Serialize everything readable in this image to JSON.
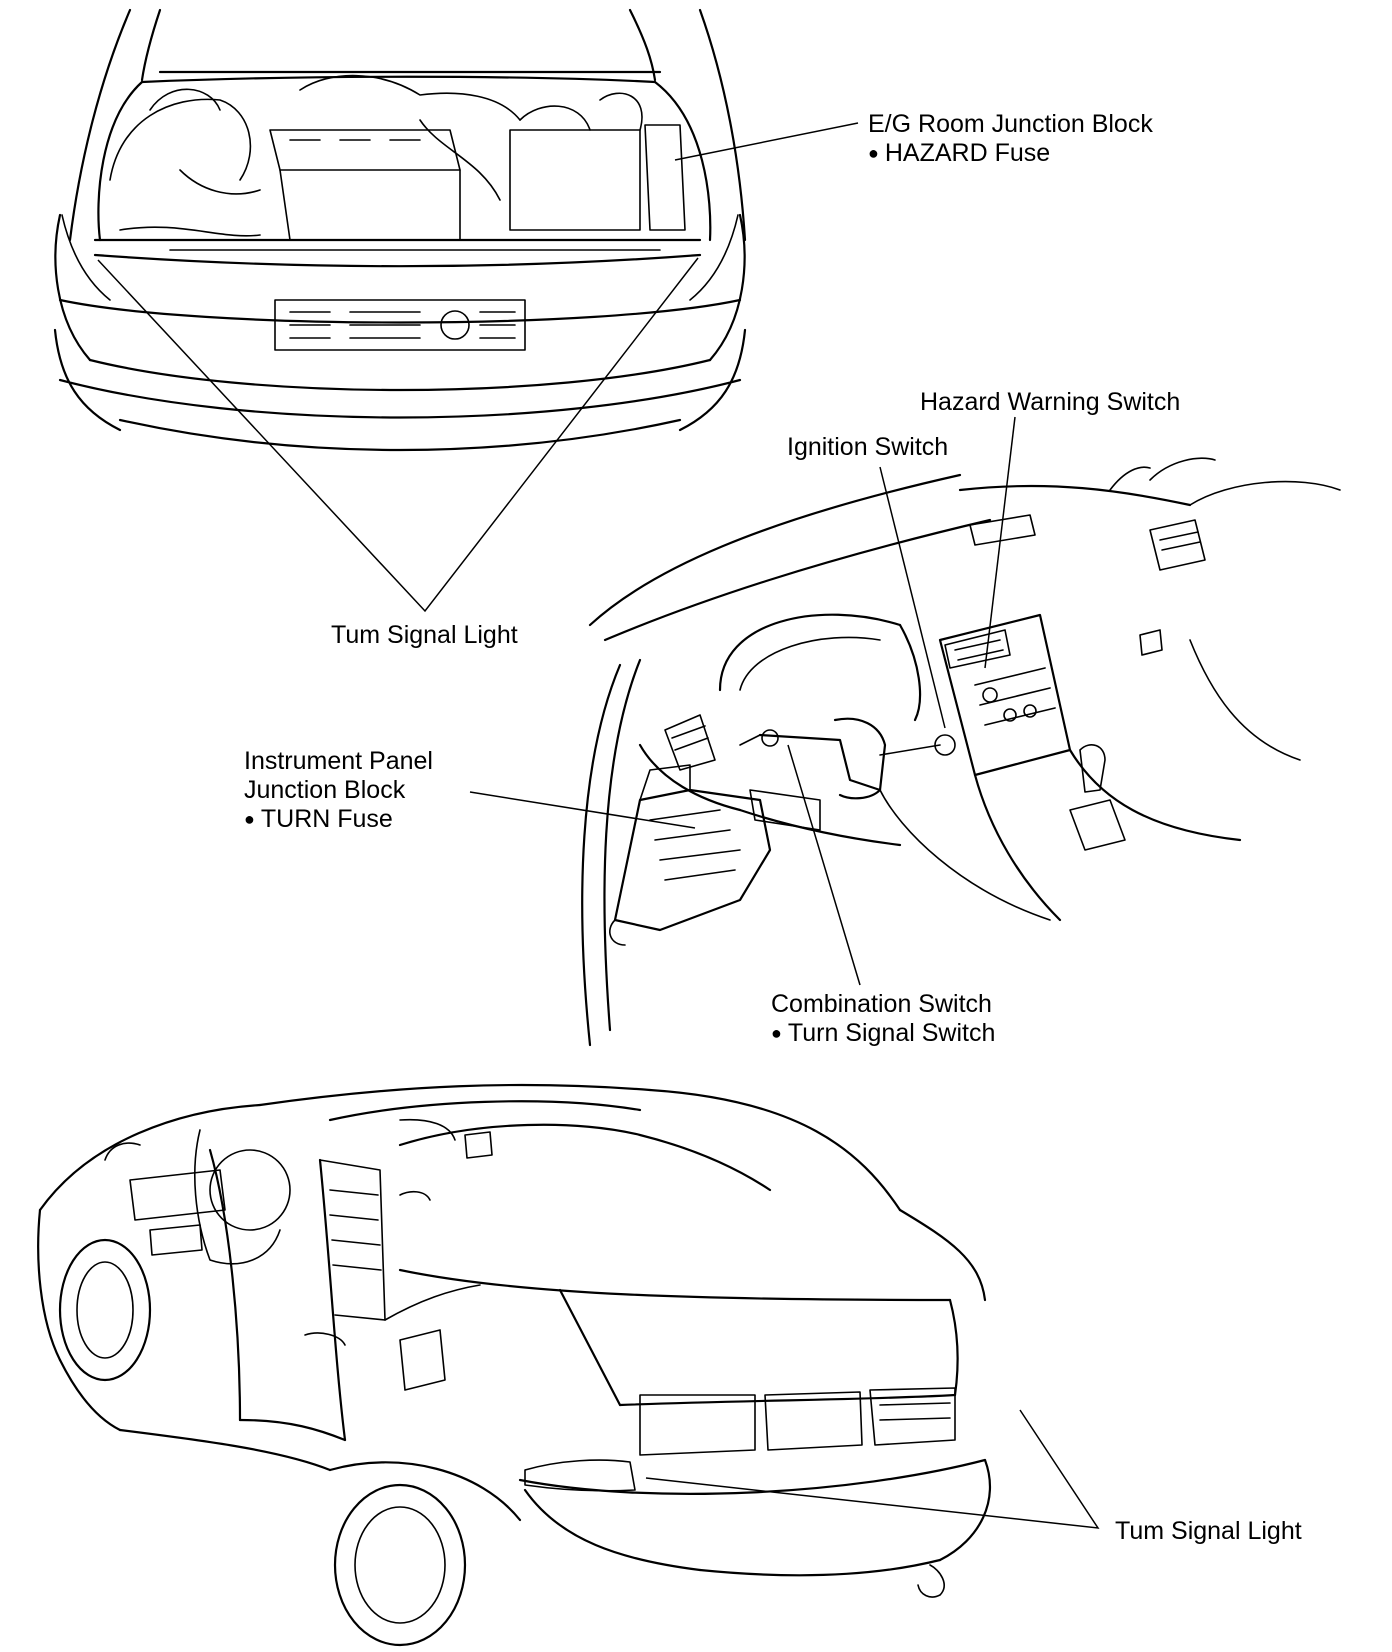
{
  "labels": {
    "eg_room_junction_block": "E/G Room Junction Block",
    "hazard_fuse": "HAZARD Fuse",
    "hazard_warning_switch": "Hazard Warning Switch",
    "ignition_switch": "Ignition Switch",
    "front_turn_signal_light": "Tum Signal Light",
    "instrument_panel_line1": "Instrument Panel",
    "instrument_panel_line2": "Junction Block",
    "turn_fuse": "TURN Fuse",
    "combination_switch": "Combination Switch",
    "turn_signal_switch": "Turn Signal Switch",
    "rear_turn_signal_light": "Tum Signal Light"
  },
  "bullet_symbol": "●"
}
